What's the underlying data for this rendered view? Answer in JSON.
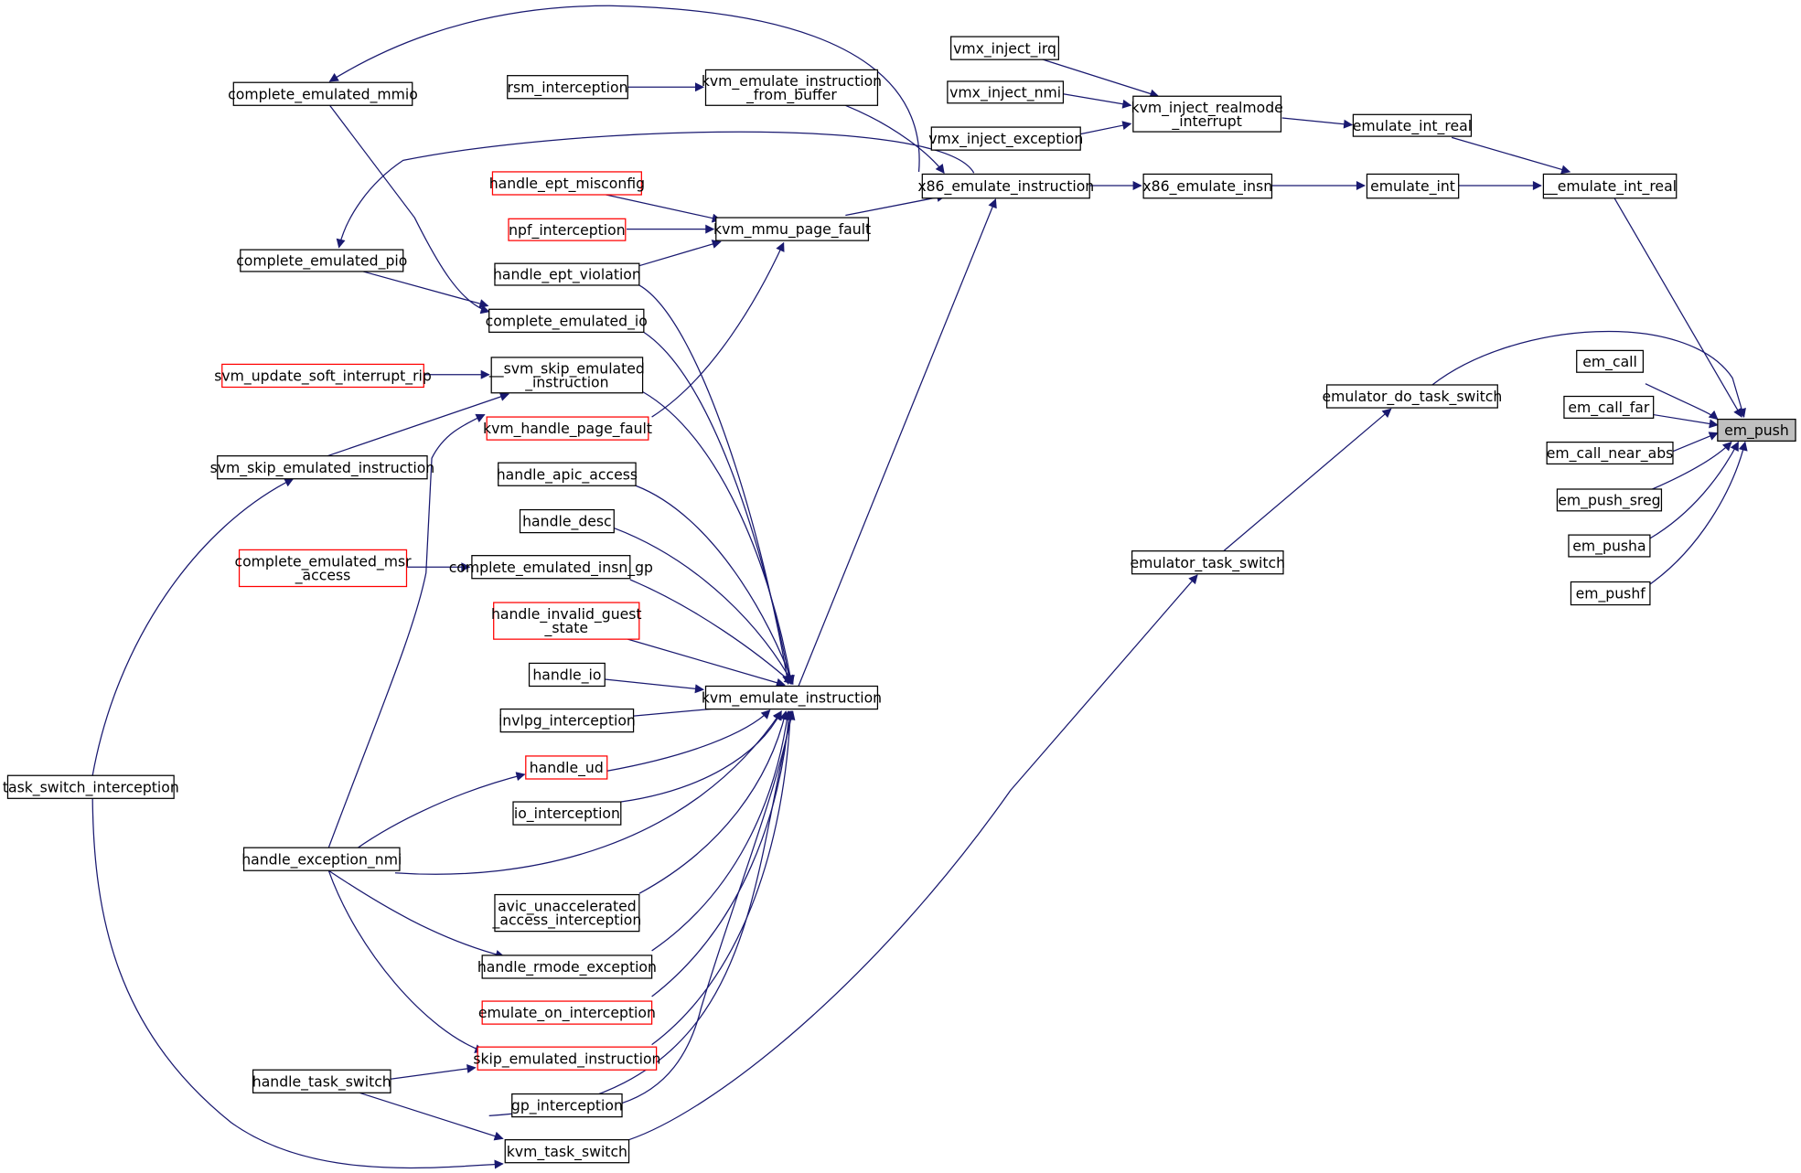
{
  "colors": {
    "edge": "#191970",
    "node_border": "#000000",
    "truncated_border": "#ff0000",
    "root_fill": "#bfbfbf",
    "background": "#ffffff"
  },
  "nodes": {
    "em_push": {
      "lines": [
        "em_push"
      ]
    },
    "emulate_int_real_dd": {
      "lines": [
        "__emulate_int_real"
      ]
    },
    "emulate_int_real": {
      "lines": [
        "emulate_int_real"
      ]
    },
    "emulate_int": {
      "lines": [
        "emulate_int"
      ]
    },
    "x86_emulate_insn": {
      "lines": [
        "x86_emulate_insn"
      ]
    },
    "x86_emulate_instruction": {
      "lines": [
        "x86_emulate_instruction"
      ]
    },
    "kvm_inject_realmode_interrupt": {
      "lines": [
        "kvm_inject_realmode",
        "_interrupt"
      ]
    },
    "vmx_inject_irq": {
      "lines": [
        "vmx_inject_irq"
      ]
    },
    "vmx_inject_nmi": {
      "lines": [
        "vmx_inject_nmi"
      ]
    },
    "vmx_inject_exception": {
      "lines": [
        "vmx_inject_exception"
      ]
    },
    "em_call": {
      "lines": [
        "em_call"
      ]
    },
    "em_call_far": {
      "lines": [
        "em_call_far"
      ]
    },
    "em_call_near_abs": {
      "lines": [
        "em_call_near_abs"
      ]
    },
    "em_push_sreg": {
      "lines": [
        "em_push_sreg"
      ]
    },
    "em_pusha": {
      "lines": [
        "em_pusha"
      ]
    },
    "em_pushf": {
      "lines": [
        "em_pushf"
      ]
    },
    "emulator_do_task_switch": {
      "lines": [
        "emulator_do_task_switch"
      ]
    },
    "emulator_task_switch": {
      "lines": [
        "emulator_task_switch"
      ]
    },
    "complete_emulated_mmio": {
      "lines": [
        "complete_emulated_mmio"
      ]
    },
    "rsm_interception": {
      "lines": [
        "rsm_interception"
      ]
    },
    "kvm_emulate_instruction_from_buffer": {
      "lines": [
        "kvm_emulate_instruction",
        "_from_buffer"
      ]
    },
    "handle_ept_misconfig": {
      "lines": [
        "handle_ept_misconfig"
      ]
    },
    "npf_interception": {
      "lines": [
        "npf_interception"
      ]
    },
    "kvm_mmu_page_fault": {
      "lines": [
        "kvm_mmu_page_fault"
      ]
    },
    "handle_ept_violation": {
      "lines": [
        "handle_ept_violation"
      ]
    },
    "complete_emulated_pio": {
      "lines": [
        "complete_emulated_pio"
      ]
    },
    "complete_emulated_io": {
      "lines": [
        "complete_emulated_io"
      ]
    },
    "svm_update_soft_interrupt_rip": {
      "lines": [
        "svm_update_soft_interrupt_rip"
      ]
    },
    "svm_skip_emulated_instruction_dd": {
      "lines": [
        "__svm_skip_emulated",
        "_instruction"
      ]
    },
    "kvm_handle_page_fault": {
      "lines": [
        "kvm_handle_page_fault"
      ]
    },
    "svm_skip_emulated_instruction": {
      "lines": [
        "svm_skip_emulated_instruction"
      ]
    },
    "handle_apic_access": {
      "lines": [
        "handle_apic_access"
      ]
    },
    "handle_desc": {
      "lines": [
        "handle_desc"
      ]
    },
    "complete_emulated_msr_access": {
      "lines": [
        "complete_emulated_msr",
        "_access"
      ]
    },
    "complete_emulated_insn_gp": {
      "lines": [
        "complete_emulated_insn_gp"
      ]
    },
    "handle_invalid_guest_state": {
      "lines": [
        "handle_invalid_guest",
        "_state"
      ]
    },
    "handle_io": {
      "lines": [
        "handle_io"
      ]
    },
    "kvm_emulate_instruction": {
      "lines": [
        "kvm_emulate_instruction"
      ]
    },
    "invlpg_interception": {
      "lines": [
        "invlpg_interception"
      ]
    },
    "handle_ud": {
      "lines": [
        "handle_ud"
      ]
    },
    "io_interception": {
      "lines": [
        "io_interception"
      ]
    },
    "task_switch_interception": {
      "lines": [
        "task_switch_interception"
      ]
    },
    "handle_exception_nmi": {
      "lines": [
        "handle_exception_nmi"
      ]
    },
    "avic_unaccelerated_access_interception": {
      "lines": [
        "avic_unaccelerated",
        "_access_interception"
      ]
    },
    "handle_rmode_exception": {
      "lines": [
        "handle_rmode_exception"
      ]
    },
    "emulate_on_interception": {
      "lines": [
        "emulate_on_interception"
      ]
    },
    "skip_emulated_instruction": {
      "lines": [
        "skip_emulated_instruction"
      ]
    },
    "handle_task_switch": {
      "lines": [
        "handle_task_switch"
      ]
    },
    "gp_interception": {
      "lines": [
        "gp_interception"
      ]
    },
    "kvm_task_switch": {
      "lines": [
        "kvm_task_switch"
      ]
    }
  }
}
